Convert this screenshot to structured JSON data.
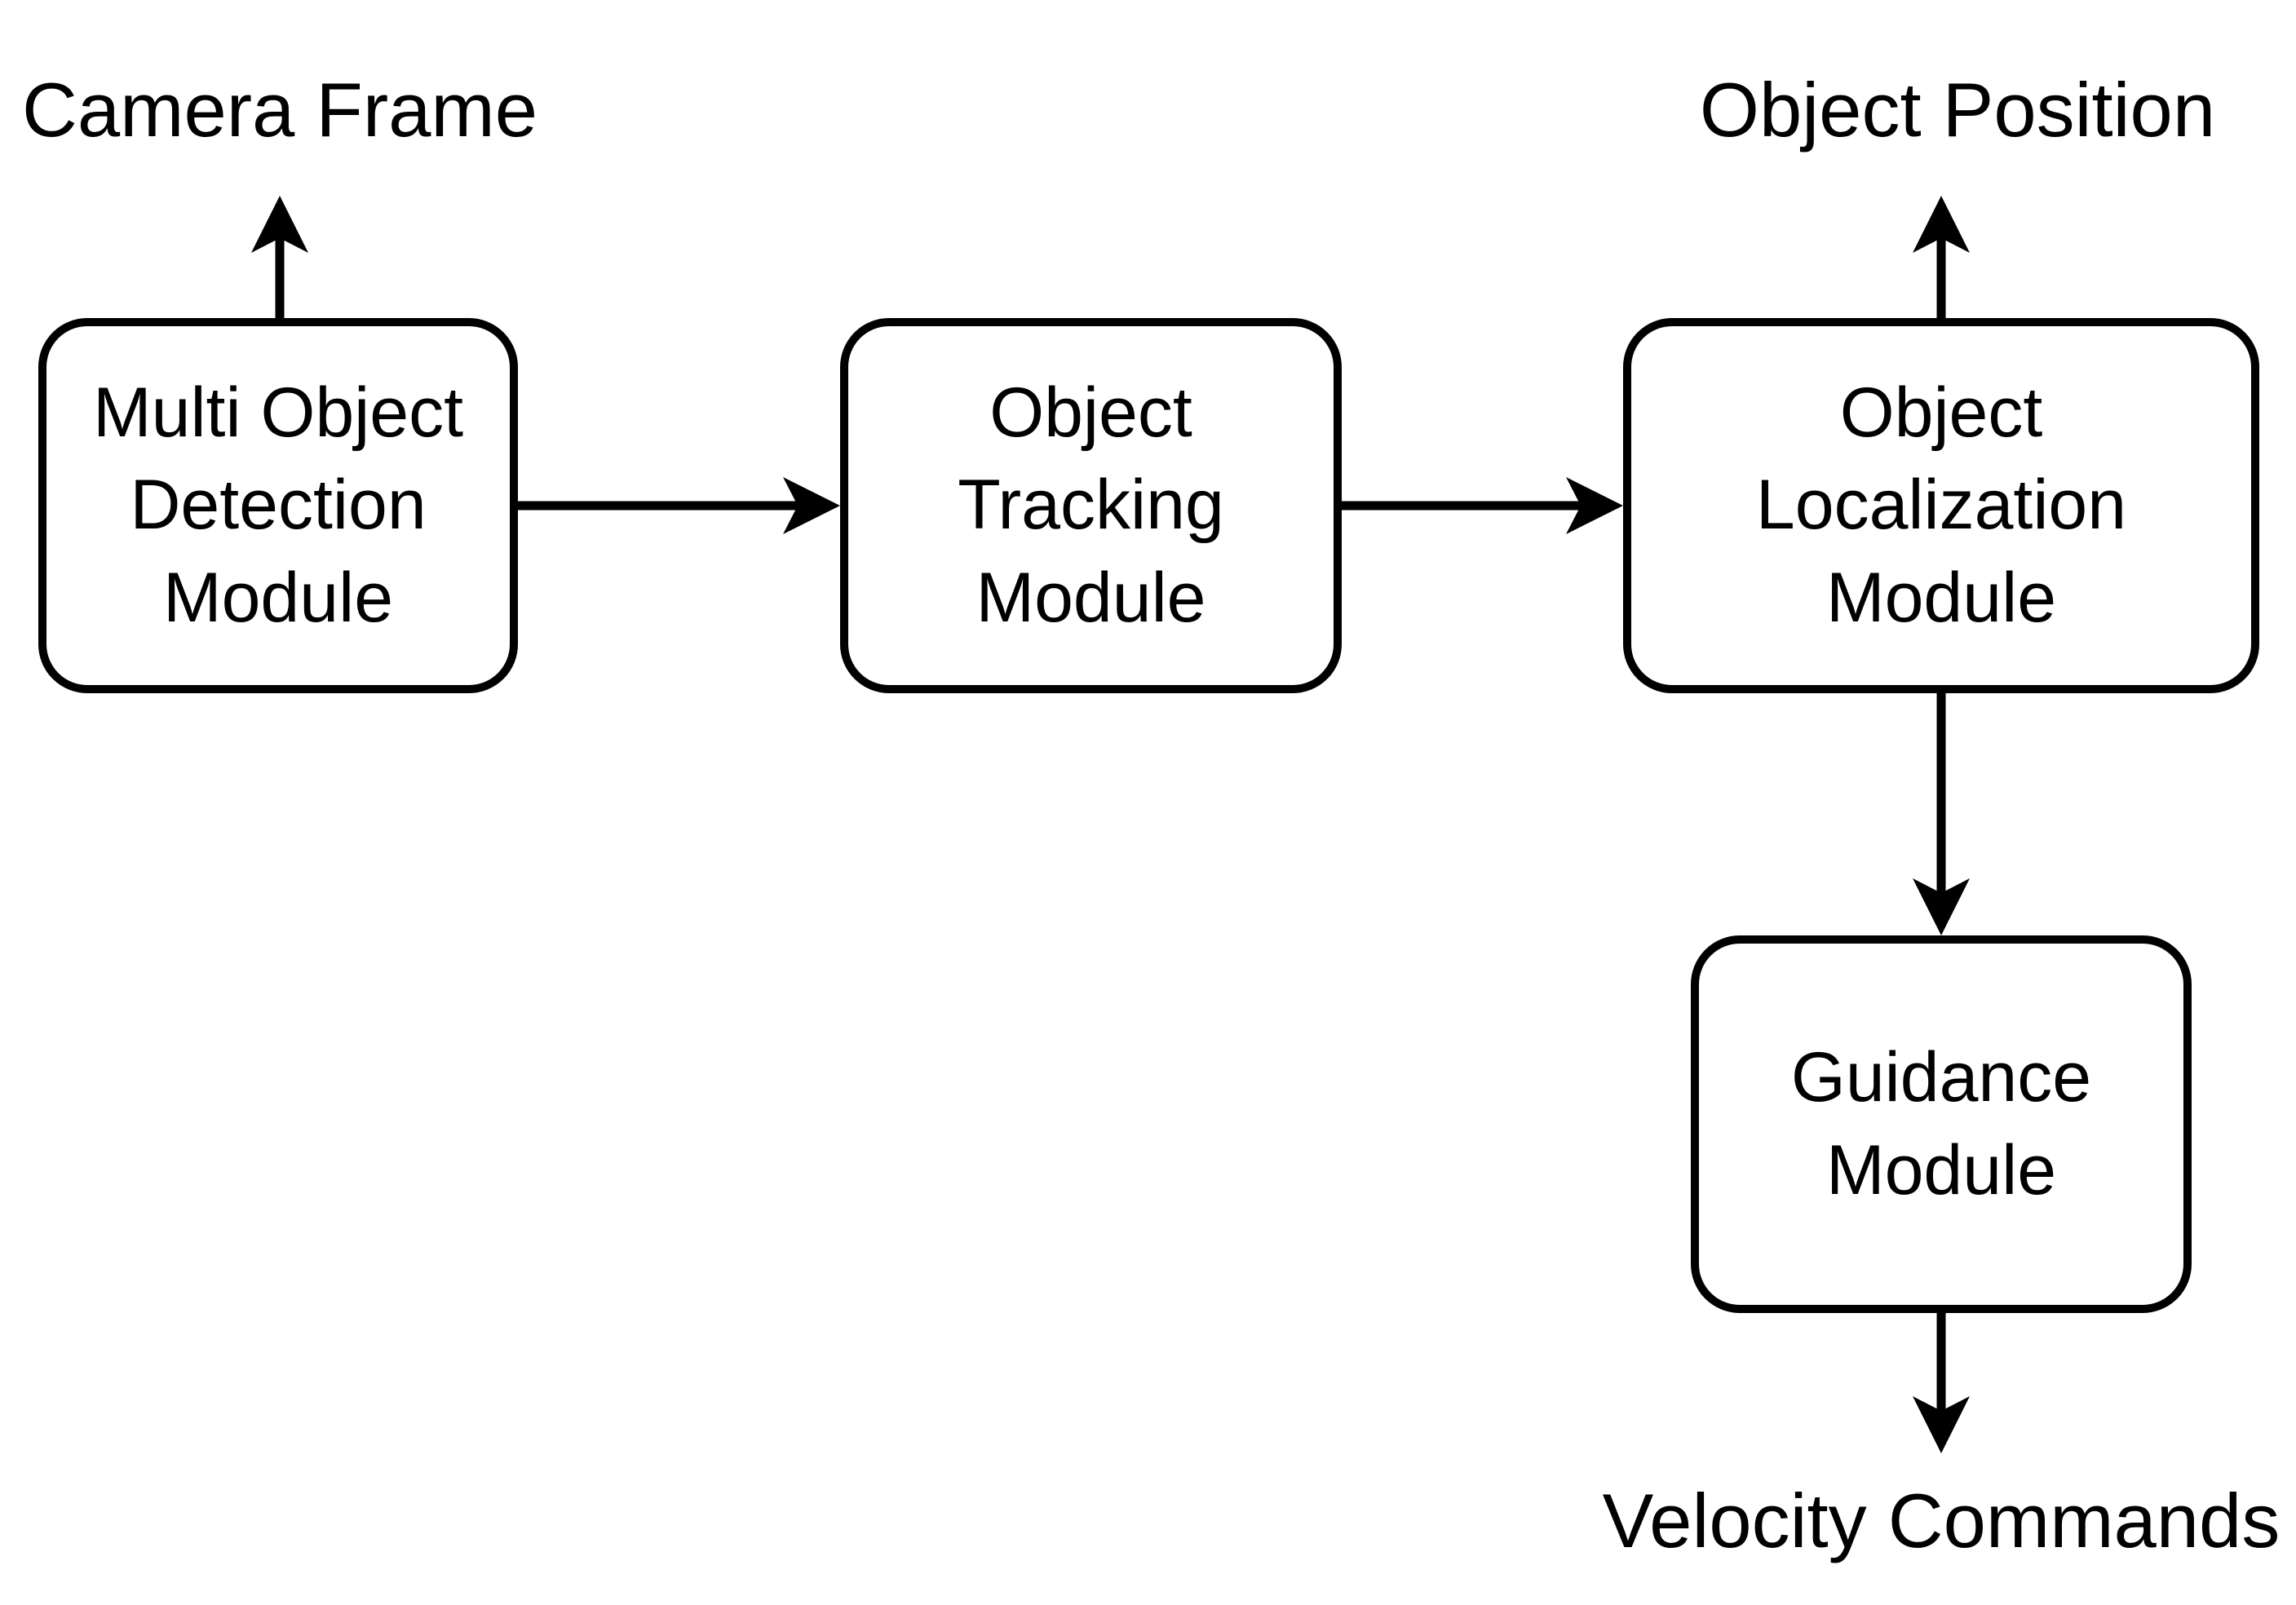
{
  "diagram": {
    "title": "",
    "background_color": "#ffffff",
    "stroke_color": "#000000",
    "nodes": [
      {
        "id": "multi-object-detection-module",
        "label": "Multi Object\nDetection\nModule"
      },
      {
        "id": "object-tracking-module",
        "label": "Object\nTracking\nModule"
      },
      {
        "id": "object-localization-module",
        "label": "Object\nLocalization\nModule"
      },
      {
        "id": "guidance-module",
        "label": "Guidance\nModule"
      }
    ],
    "io_labels": [
      {
        "id": "camera-frame",
        "text": "Camera Frame"
      },
      {
        "id": "object-position",
        "text": "Object Position"
      },
      {
        "id": "velocity-commands",
        "text": "Velocity Commands"
      }
    ],
    "edges": [
      {
        "from": "multi-object-detection-module",
        "to": "camera-frame",
        "direction": "up"
      },
      {
        "from": "multi-object-detection-module",
        "to": "object-tracking-module",
        "direction": "right"
      },
      {
        "from": "object-tracking-module",
        "to": "object-localization-module",
        "direction": "right"
      },
      {
        "from": "object-localization-module",
        "to": "object-position",
        "direction": "up"
      },
      {
        "from": "object-localization-module",
        "to": "guidance-module",
        "direction": "down"
      },
      {
        "from": "guidance-module",
        "to": "velocity-commands",
        "direction": "down"
      }
    ]
  }
}
